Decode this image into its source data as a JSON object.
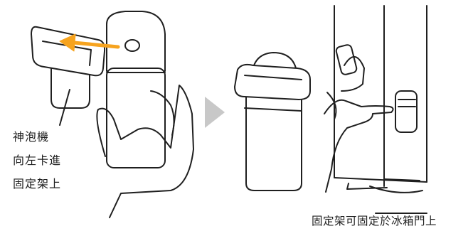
{
  "left_caption": {
    "line1": "神泡機",
    "line2": "向左卡進",
    "line3": "固定架上"
  },
  "right_caption": "固定架可固定於冰箱門上",
  "colors": {
    "arrow": "#f6a31e",
    "next_arrow": "#c8c8c8",
    "stroke": "#1f1f1f"
  }
}
